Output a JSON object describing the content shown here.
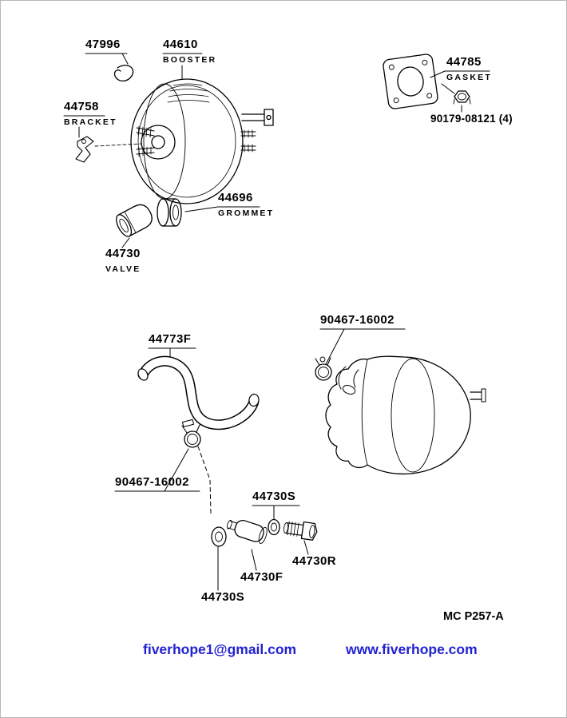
{
  "document": {
    "figure_code": "MC P257-A",
    "contact_email": "fiverhope1@gmail.com",
    "contact_website": "www.fiverhope.com",
    "link_color": "#2222d2",
    "line_color": "#000000",
    "background_color": "#ffffff"
  },
  "parts": {
    "clip": {
      "number": "47996"
    },
    "booster": {
      "number": "44610",
      "name": "BOOSTER"
    },
    "gasket": {
      "number": "44785",
      "name": "GASKET"
    },
    "bracket": {
      "number": "44758",
      "name": "BRACKET"
    },
    "booster_nut": {
      "number": "90179-08121 (4)"
    },
    "grommet": {
      "number": "44696",
      "name": "GROMMET"
    },
    "valve": {
      "number": "44730",
      "name": "VALVE"
    },
    "hose_clamp_upper": {
      "number": "90467-16002"
    },
    "hose": {
      "number": "44773F"
    },
    "hose_clamp_lower": {
      "number": "90467-16002"
    },
    "valve_washer": {
      "number": "44730S"
    },
    "check_valve_bolt": {
      "number": "44730R"
    },
    "check_valve": {
      "number": "44730F"
    },
    "valve_grommet": {
      "number": "44730S"
    }
  }
}
